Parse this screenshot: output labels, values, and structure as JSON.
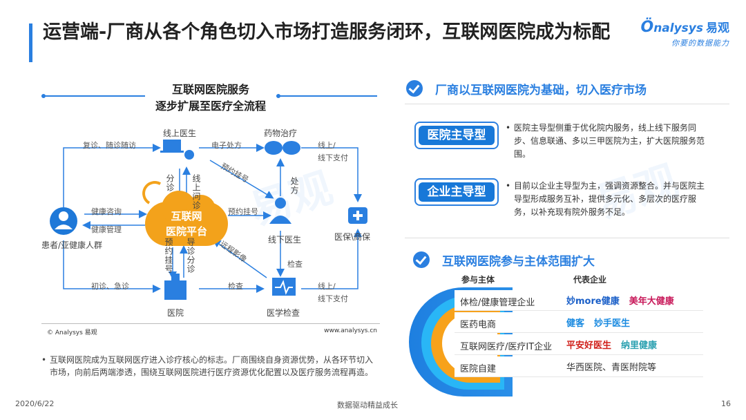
{
  "header": {
    "title": "运营端-厂商从各个角色切入市场打造服务闭环，互联网医院成为标配",
    "logo_main": "nalysys",
    "logo_cn": "易观",
    "logo_sub": "你要的数据能力"
  },
  "diagram": {
    "title_line1": "互联网医院服务",
    "title_line2": "逐步扩展至医疗全流程",
    "center_line1": "互联网",
    "center_line2": "医院平台",
    "nodes": {
      "online_doctor": "线上医生",
      "drug": "药物治疗",
      "patient": "患者/亚健康人群",
      "offline_doctor": "线下医生",
      "insurance": "医保\\商保",
      "hospital": "医院",
      "exam": "医学检查"
    },
    "edges": {
      "followup": "复诊、随诊随访",
      "e_prescription": "电子处方",
      "online_offline_pay1_a": "线上/",
      "online_offline_pay1_b": "线下支付",
      "appointment1": "预约挂号",
      "appointment2": "预约挂号",
      "prescribe": "处方",
      "triage": "分诊",
      "online_consult": "线上问诊",
      "health_consult": "健康咨询",
      "health_manage": "健康管理",
      "appt_v": "预约挂号",
      "guide_v": "导诊分诊",
      "remote_imaging": "远程影像",
      "check": "检查",
      "first_visit": "初诊、急诊",
      "check2": "检查",
      "online_offline_pay2_a": "线上/",
      "online_offline_pay2_b": "线下支付"
    },
    "footer_left": "© Analysys 易观",
    "footer_right": "www.analysys.cn"
  },
  "bottom_note": "互联网医院成为互联网医疗进入诊疗核心的标志。厂商围绕自身资源优势，从各环节切入市场，向前后两端渗透，围绕互联网医院进行医疗资源优化配置以及医疗服务流程再造。",
  "right": {
    "section1": "厂商以互联网医院为基础，切入医疗市场",
    "pill1": "医院主导型",
    "desc1": "医院主导型侧重于优化院内服务，线上线下服务同步、信息联通、多以三甲医院为主，扩大医院服务范围。",
    "pill2": "企业主导型",
    "desc2": "目前以企业主导型为主，强调资源整合。并与医院主导型形成服务互补，提供多元化、多层次的医疗服务，以补充现有院外服务不足。",
    "section2": "互联网医院参与主体范围扩大",
    "col1": "参与主体",
    "col2": "代表企业",
    "rows": [
      {
        "cat": "体检/健康管理企业",
        "brands": [
          "妙more健康",
          "美年大健康"
        ]
      },
      {
        "cat": "医药电商",
        "brands": [
          "健客",
          "妙手医生"
        ]
      },
      {
        "cat": "互联网医疗/医疗IT企业",
        "brands": [
          "平安好医生",
          "纳里健康"
        ]
      },
      {
        "cat": "医院自建",
        "brands": [
          "华西医院、青医附院等"
        ]
      }
    ]
  },
  "footer": {
    "date": "2020/6/22",
    "slogan": "数据驱动精益成长",
    "page": "16"
  }
}
